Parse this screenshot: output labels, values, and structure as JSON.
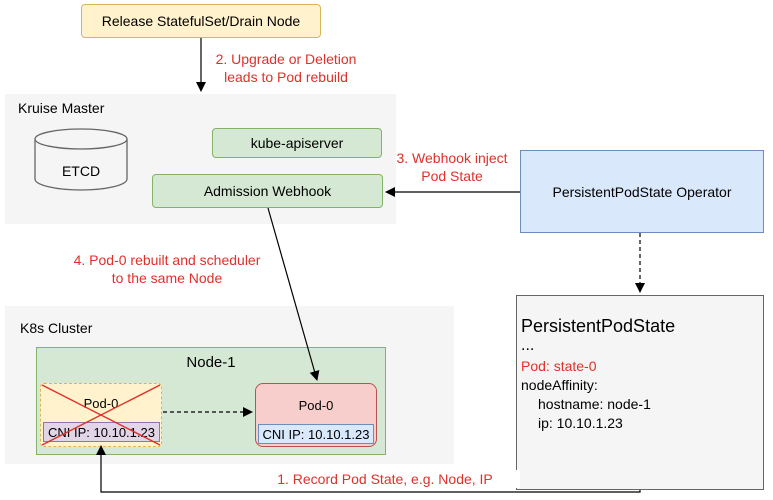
{
  "top_box": {
    "label": "Release StatefulSet/Drain Node"
  },
  "kruise_master": {
    "title": "Kruise Master",
    "etcd_label": "ETCD",
    "apiserver_label": "kube-apiserver",
    "webhook_label": "Admission Webhook"
  },
  "operator": {
    "label": "PersistentPodState Operator"
  },
  "pps_box": {
    "title": "PersistentPodState",
    "ellipsis": "...",
    "pod_line": "Pod: state-0",
    "affinity_line": "nodeAffinity:",
    "hostname_line": "hostname: node-1",
    "ip_line": "ip: 10.10.1.23"
  },
  "k8s_cluster": {
    "title": "K8s Cluster",
    "node_label": "Node-1",
    "old_pod": {
      "name": "Pod-0",
      "ip": "CNI IP: 10.10.1.23"
    },
    "new_pod": {
      "name": "Pod-0",
      "ip": "CNI IP: 10.10.1.23"
    }
  },
  "steps": {
    "step1": "1. Record Pod State, e.g. Node, IP",
    "step2_line1": "2. Upgrade or Deletion",
    "step2_line2": "leads to Pod rebuild",
    "step3_line1": "3. Webhook inject",
    "step3_line2": "Pod State",
    "step4_line1": "4. Pod-0 rebuilt and scheduler",
    "step4_line2": "to the same Node"
  },
  "colors": {
    "accent_red": "#e0302a",
    "green_fill": "#d5e8d4",
    "blue_fill": "#dae8fc",
    "yellow_fill": "#fff2cc",
    "pink_fill": "#f8cecc",
    "purple_fill": "#e1d5e7"
  }
}
